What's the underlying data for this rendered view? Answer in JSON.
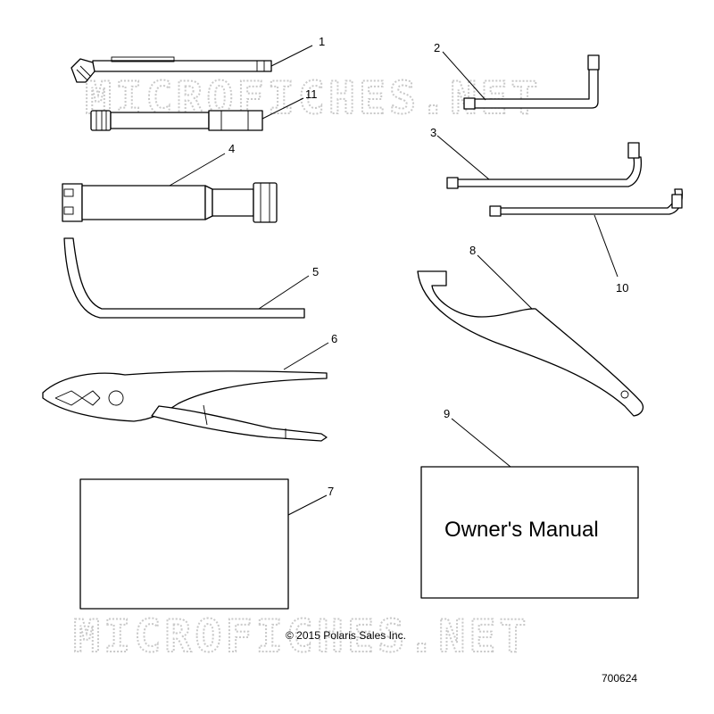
{
  "diagram": {
    "callouts": [
      {
        "id": "1",
        "text": "1"
      },
      {
        "id": "2",
        "text": "2"
      },
      {
        "id": "3",
        "text": "3"
      },
      {
        "id": "4",
        "text": "4"
      },
      {
        "id": "5",
        "text": "5"
      },
      {
        "id": "6",
        "text": "6"
      },
      {
        "id": "7",
        "text": "7"
      },
      {
        "id": "8",
        "text": "8"
      },
      {
        "id": "9",
        "text": "9"
      },
      {
        "id": "10",
        "text": "10"
      },
      {
        "id": "11",
        "text": "11"
      }
    ],
    "manual_text": "Owner's Manual",
    "copyright": "© 2015 Polaris Sales Inc.",
    "diagram_number": "700624",
    "watermark": "MICROFICHES.NET"
  }
}
